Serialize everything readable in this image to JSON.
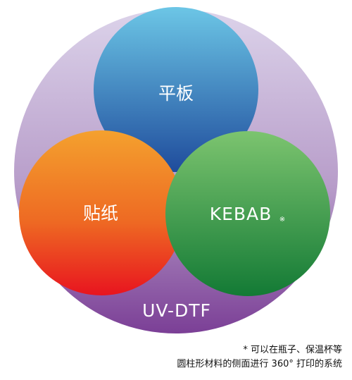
{
  "diagram": {
    "outer": {
      "label": "UV-DTF"
    },
    "circles": {
      "top": {
        "label": "平板"
      },
      "left": {
        "label": "贴纸"
      },
      "right": {
        "label": "KEBAB",
        "marker": "※"
      }
    }
  },
  "footnote": {
    "line1": "* 可以在瓶子、保温杯等",
    "line2": "圆柱形材料的侧面进行 360° 打印的系统"
  },
  "colors": {
    "outer_top": "#dcd3ea",
    "outer_bottom": "#7b3f96",
    "flatbed_top": "#6cc6e6",
    "flatbed_bottom": "#1f4c9c",
    "sticker_top": "#f4a12e",
    "sticker_bottom": "#e8141f",
    "kebab_top": "#7cc46f",
    "kebab_bottom": "#137a35"
  },
  "icons": {
    "outer_circle": "uv-dtf-circle",
    "flatbed": "flatbed-circle",
    "sticker": "sticker-circle",
    "kebab": "kebab-circle"
  }
}
